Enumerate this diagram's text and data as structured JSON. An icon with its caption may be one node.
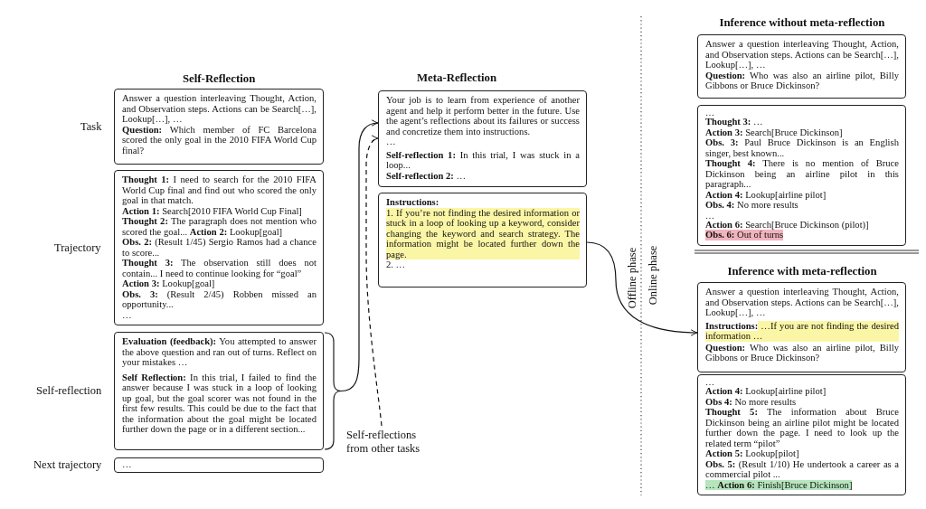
{
  "diagram": {
    "nodes": [
      {
        "text": [
          "Answer a question interleaving Thought, Action, and Observation steps. Actions can be Search[…], Lookup[…], …",
          "**Question:** Which member of FC Barcelona scored the only goal in the 2010 FIFA World Cup final?"
        ],
        "beside": [
          "Task"
        ]
      },
      {
        "text": [
          "**Thought 1:** I need to search for the 2010 FIFA World Cup final and find out who scored the only goal in that match.",
          "**Action 1:** Search[2010 FIFA World Cup Final]",
          "**Thought 2:** The paragraph does not mention who scored the goal... **Action 2:** Lookup[goal]",
          "**Obs. 2:** (Result 1/45) Sergio Ramos had a chance to score...",
          "**Thought 3:** The observation still does not contain... I need to continue looking for “goal”",
          "**Action 3:** Lookup[goal]",
          "**Obs. 3:** (Result 2/45) Robben missed an opportunity...",
          "…"
        ],
        "beside": [
          "Trajectory"
        ]
      },
      {
        "text": [
          "**Evaluation (feedback):** You attempted to answer the above question and ran out of turns. Reflect on your mistakes …",
          "**Self Reflection:** In this trial, I failed to find the answer because I was stuck in a loop of looking up goal, but the goal scorer was not found in the first few results. This could be due to the fact that the information about the goal might be located further down the page or in a different section..."
        ],
        "beside": [
          "Self-reflection"
        ]
      },
      {
        "text": [
          "…"
        ],
        "beside": [
          "Next trajectory"
        ]
      },
      {
        "text": [
          "Self-reflections from other tasks"
        ]
      },
      {
        "text": [
          "Your job is to learn from experience of another agent and help it perform better in the future. Use the agent’s reflections about its failures or success and concretize them into instructions.",
          "…",
          "**Self-reflection 1:** In this trial, I was stuck in a loop...",
          "**Self-reflection 2:** …"
        ]
      },
      {
        "text": [
          "Instructions:",
          "1. If you’re not finding the desired information or stuck in a loop of looking up a keyword, consider changing the keyword and search strategy. The information might be located further down the page.",
          "2. …"
        ]
      },
      {
        "text": [
          "Answer a question interleaving Thought, Action, and Observation steps. Actions can be Search[…], Lookup[…], …",
          "**Question:** Who was also an airline pilot, Billy Gibbons or Bruce Dickinson?"
        ]
      },
      {
        "text": [
          "…",
          "**Thought 3:** …",
          "**Action 3:** Search[Bruce Dickinson]",
          "**Obs. 3:** Paul Bruce Dickinson is an English singer, best known...",
          "**Thought 4:** There is no mention of Bruce Dickinson being an airline pilot in this paragraph...",
          "**Action 4:** Lookup[airline pilot]",
          "**Obs. 4:** No more results",
          "…",
          "**Action 6:** Search[Bruce Dickinson (pilot)]",
          "**Obs. 6:** Out of turns"
        ]
      },
      {
        "text": [
          "Answer a question interleaving Thought, Action, and Observation steps. Actions can be Search[…], Lookup[…], …",
          "**Instructions:** …If you are not finding the desired information …",
          "**Question:** Who was also an airline pilot, Billy Gibbons or Bruce Dickinson?"
        ]
      },
      {
        "text": [
          "…",
          "**Action 4:** Lookup[airline pilot]",
          "**Obs 4:** No more results",
          "**Thought 5:** The information about Bruce Dickinson being an airline pilot might be located further down the page. I need to look up the related term “pilot”",
          "**Action 5:** Lookup[pilot]",
          "**Obs. 5:** (Result 1/10) He undertook a career as a commercial pilot ...",
          "… **Action 6:** Finish[Bruce Dickinson]"
        ]
      }
    ],
    "edges": [
      {
        "from": 2,
        "to": 5,
        "arrow": "to"
      },
      {
        "from": 4,
        "to": 5,
        "arrow": "to",
        "style": "dashed"
      },
      {
        "from": 6,
        "to": 9,
        "arrow": "to"
      }
    ],
    "labels": [
      "Inference without meta-reflection",
      "Self-Reflection",
      "Meta-Reflection",
      "Offline phase",
      "Online phase",
      "Inference with meta-reflection"
    ]
  }
}
